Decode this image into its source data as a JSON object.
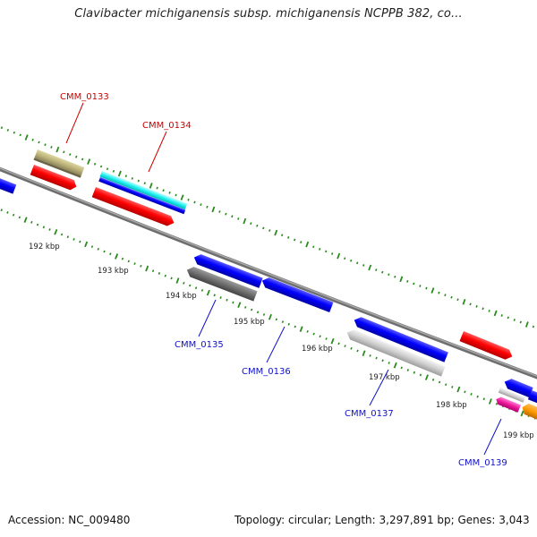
{
  "title": "Clavibacter michiganensis subsp. michiganensis NCPPB 382, co...",
  "footer": {
    "accession": "Accession: NC_009480",
    "summary": "Topology: circular; Length: 3,297,891 bp; Genes: 3,043"
  },
  "colors": {
    "backbone": "#808080",
    "tick": "#2a8a1e",
    "forward_label": "#cc0000",
    "reverse_label": "#1010cc"
  },
  "tick_labels": [
    "192 kbp",
    "193 kbp",
    "194 kbp",
    "195 kbp",
    "196 kbp",
    "197 kbp",
    "198 kbp",
    "199 kbp"
  ],
  "gene_labels": [
    {
      "text": "CMM_0133",
      "strand": "forward"
    },
    {
      "text": "CMM_0134",
      "strand": "forward"
    },
    {
      "text": "CMM_0135",
      "strand": "reverse"
    },
    {
      "text": "CMM_0136",
      "strand": "reverse"
    },
    {
      "text": "CMM_0137",
      "strand": "reverse"
    },
    {
      "text": "CMM_0139",
      "strand": "reverse"
    }
  ]
}
